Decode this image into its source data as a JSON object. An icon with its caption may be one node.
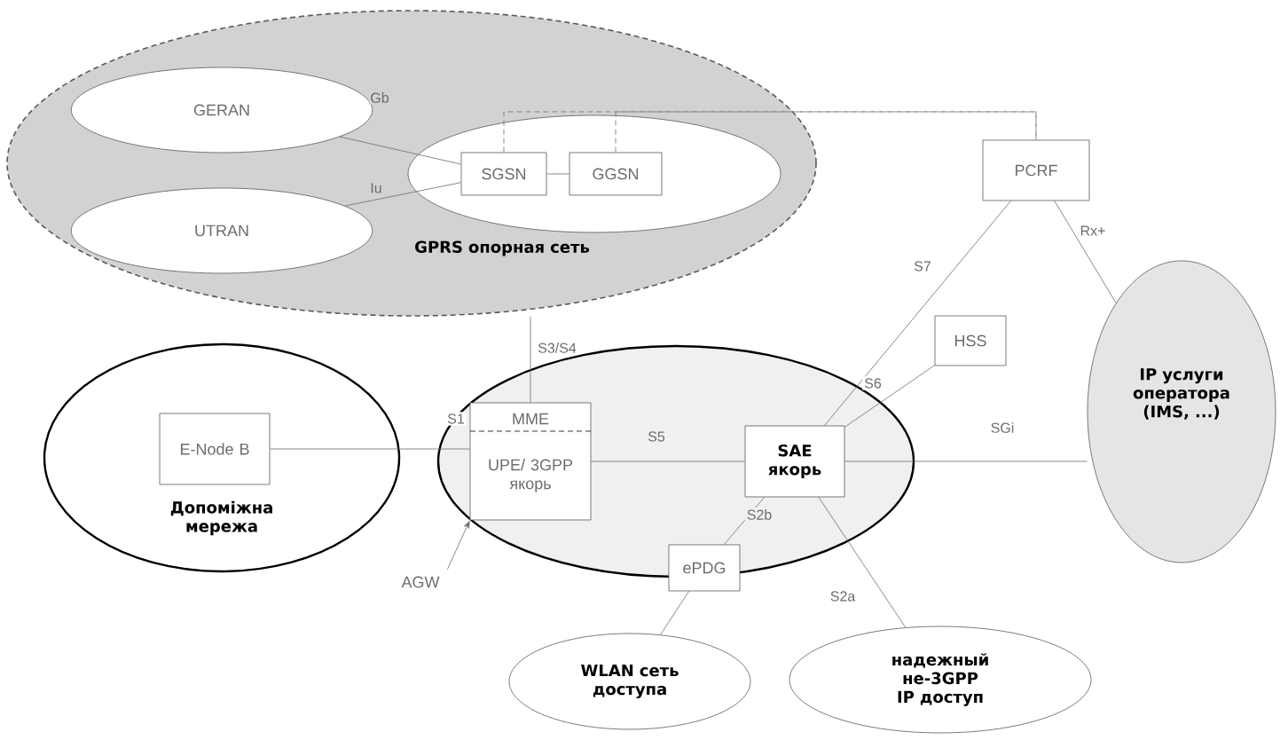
{
  "diagram": {
    "nodes": [
      {
        "text": [
          "GPRS опорная сеть"
        ]
      },
      {
        "text": [
          "GERAN"
        ],
        "in": 0
      },
      {
        "text": [
          "UTRAN"
        ],
        "in": 0
      },
      {
        "text": [],
        "shape": "ellipse",
        "in": 0
      },
      {
        "text": [
          "SGSN"
        ],
        "in": 3
      },
      {
        "text": [
          "GGSN"
        ],
        "in": 3
      },
      {
        "text": [
          "PCRF"
        ]
      },
      {
        "text": [
          "IP услуги оператора (IMS, ...)"
        ]
      },
      {
        "text": [
          "HSS"
        ]
      },
      {
        "text": [
          "Допоміжна мережа"
        ]
      },
      {
        "text": [
          "E-Node B"
        ],
        "in": 9
      },
      {
        "text": [],
        "shape": "ellipse"
      },
      {
        "text": [
          "MME",
          "UPE/ 3GPP якорь"
        ],
        "in": 11
      },
      {
        "text": [
          "SAE якорь"
        ],
        "in": 11
      },
      {
        "text": [
          "ePDG"
        ]
      },
      {
        "text": [
          "WLAN сеть доступа"
        ]
      },
      {
        "text": [
          "надежный не-3GPP IP доступ"
        ]
      },
      {
        "text": [
          "AGW"
        ]
      }
    ],
    "edges": [
      {
        "from": 1,
        "to": 4,
        "arrow": "none",
        "label": "Gb"
      },
      {
        "from": 2,
        "to": 4,
        "arrow": "none",
        "label": "Iu"
      },
      {
        "from": 4,
        "to": 5,
        "arrow": "none"
      },
      {
        "from": 4,
        "to": 6,
        "arrow": "none",
        "style": "dashed"
      },
      {
        "from": 5,
        "to": 6,
        "arrow": "none",
        "style": "dashed"
      },
      {
        "from": 10,
        "to": 12,
        "arrow": "none",
        "label": "S1"
      },
      {
        "from": 12,
        "to": 0,
        "arrow": "none",
        "label": "S3/S4"
      },
      {
        "from": 12,
        "to": 13,
        "arrow": "none",
        "label": "S5"
      },
      {
        "from": 13,
        "to": 6,
        "arrow": "none",
        "label": "S7"
      },
      {
        "from": 13,
        "to": 8,
        "arrow": "none",
        "label": "S6"
      },
      {
        "from": 13,
        "to": 7,
        "arrow": "none",
        "label": "SGi"
      },
      {
        "from": 6,
        "to": 7,
        "arrow": "none",
        "label": "Rx+"
      },
      {
        "from": 13,
        "to": 14,
        "arrow": "none",
        "label": "S2b"
      },
      {
        "from": 13,
        "to": 16,
        "arrow": "none",
        "label": "S2a"
      },
      {
        "from": 14,
        "to": 15,
        "arrow": "none"
      },
      {
        "from": 17,
        "to": 12,
        "arrow": "to"
      }
    ]
  }
}
